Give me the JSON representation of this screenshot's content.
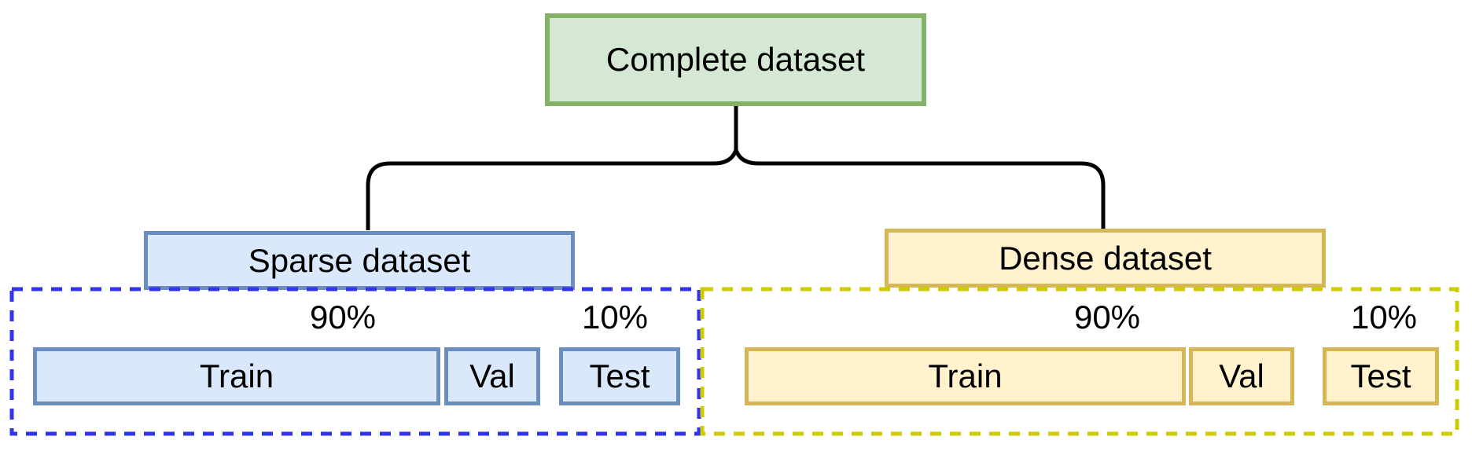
{
  "diagram": {
    "root": {
      "label": "Complete dataset"
    },
    "branches": [
      {
        "id": "sparse",
        "label": "Sparse dataset",
        "trainval_pct": "90%",
        "test_pct": "10%",
        "train_label": "Train",
        "val_label": "Val",
        "test_label": "Test"
      },
      {
        "id": "dense",
        "label": "Dense dataset",
        "trainval_pct": "90%",
        "test_pct": "10%",
        "train_label": "Train",
        "val_label": "Val",
        "test_label": "Test"
      }
    ],
    "colors": {
      "root_fill": "#d5e8d4",
      "root_border": "#82b366",
      "sparse_fill": "#dae8fc",
      "sparse_border": "#6c8ebf",
      "dense_fill": "#fff2cc",
      "dense_border": "#d6b656",
      "sparse_dash": "#3333ee",
      "dense_dash": "#cccc00",
      "connector": "#000000"
    }
  }
}
